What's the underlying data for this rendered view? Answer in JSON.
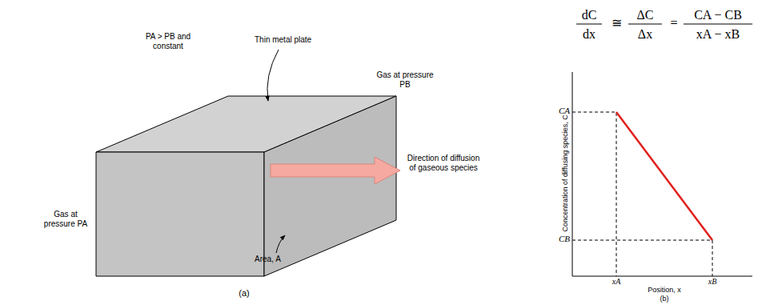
{
  "diagram": {
    "labels": [
      "PA > PB and constant",
      "Thin metal plate",
      "Gas at pressure PA",
      "Gas at pressure PB",
      "Direction of diffusion of gaseous species",
      "Area, A",
      "(a)",
      "dC",
      "dx",
      "≅",
      "ΔC",
      "Δx",
      "=",
      "CA − CB",
      "xA − xB",
      "Concentration of diffusing species, C",
      "CA",
      "CB",
      "xA",
      "xB",
      "Position, x",
      "(b)"
    ]
  }
}
